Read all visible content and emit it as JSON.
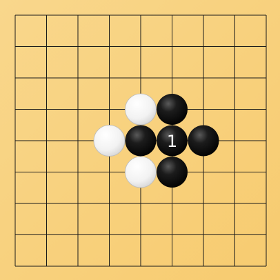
{
  "board": {
    "size": 9,
    "colors": {
      "background": "#F7CB6F",
      "background_light": "#F9D78C",
      "line": "#1a1a1a",
      "black_stone": "#111111",
      "white_stone": "#F5F5F5",
      "label_on_black": "#FFFFFF"
    },
    "stones": [
      {
        "color": "white",
        "col": 4,
        "row": 3
      },
      {
        "color": "black",
        "col": 5,
        "row": 3
      },
      {
        "color": "white",
        "col": 3,
        "row": 4
      },
      {
        "color": "black",
        "col": 4,
        "row": 4
      },
      {
        "color": "black",
        "col": 5,
        "row": 4,
        "label": "1"
      },
      {
        "color": "black",
        "col": 6,
        "row": 4
      },
      {
        "color": "white",
        "col": 4,
        "row": 5
      },
      {
        "color": "black",
        "col": 5,
        "row": 5
      }
    ]
  }
}
